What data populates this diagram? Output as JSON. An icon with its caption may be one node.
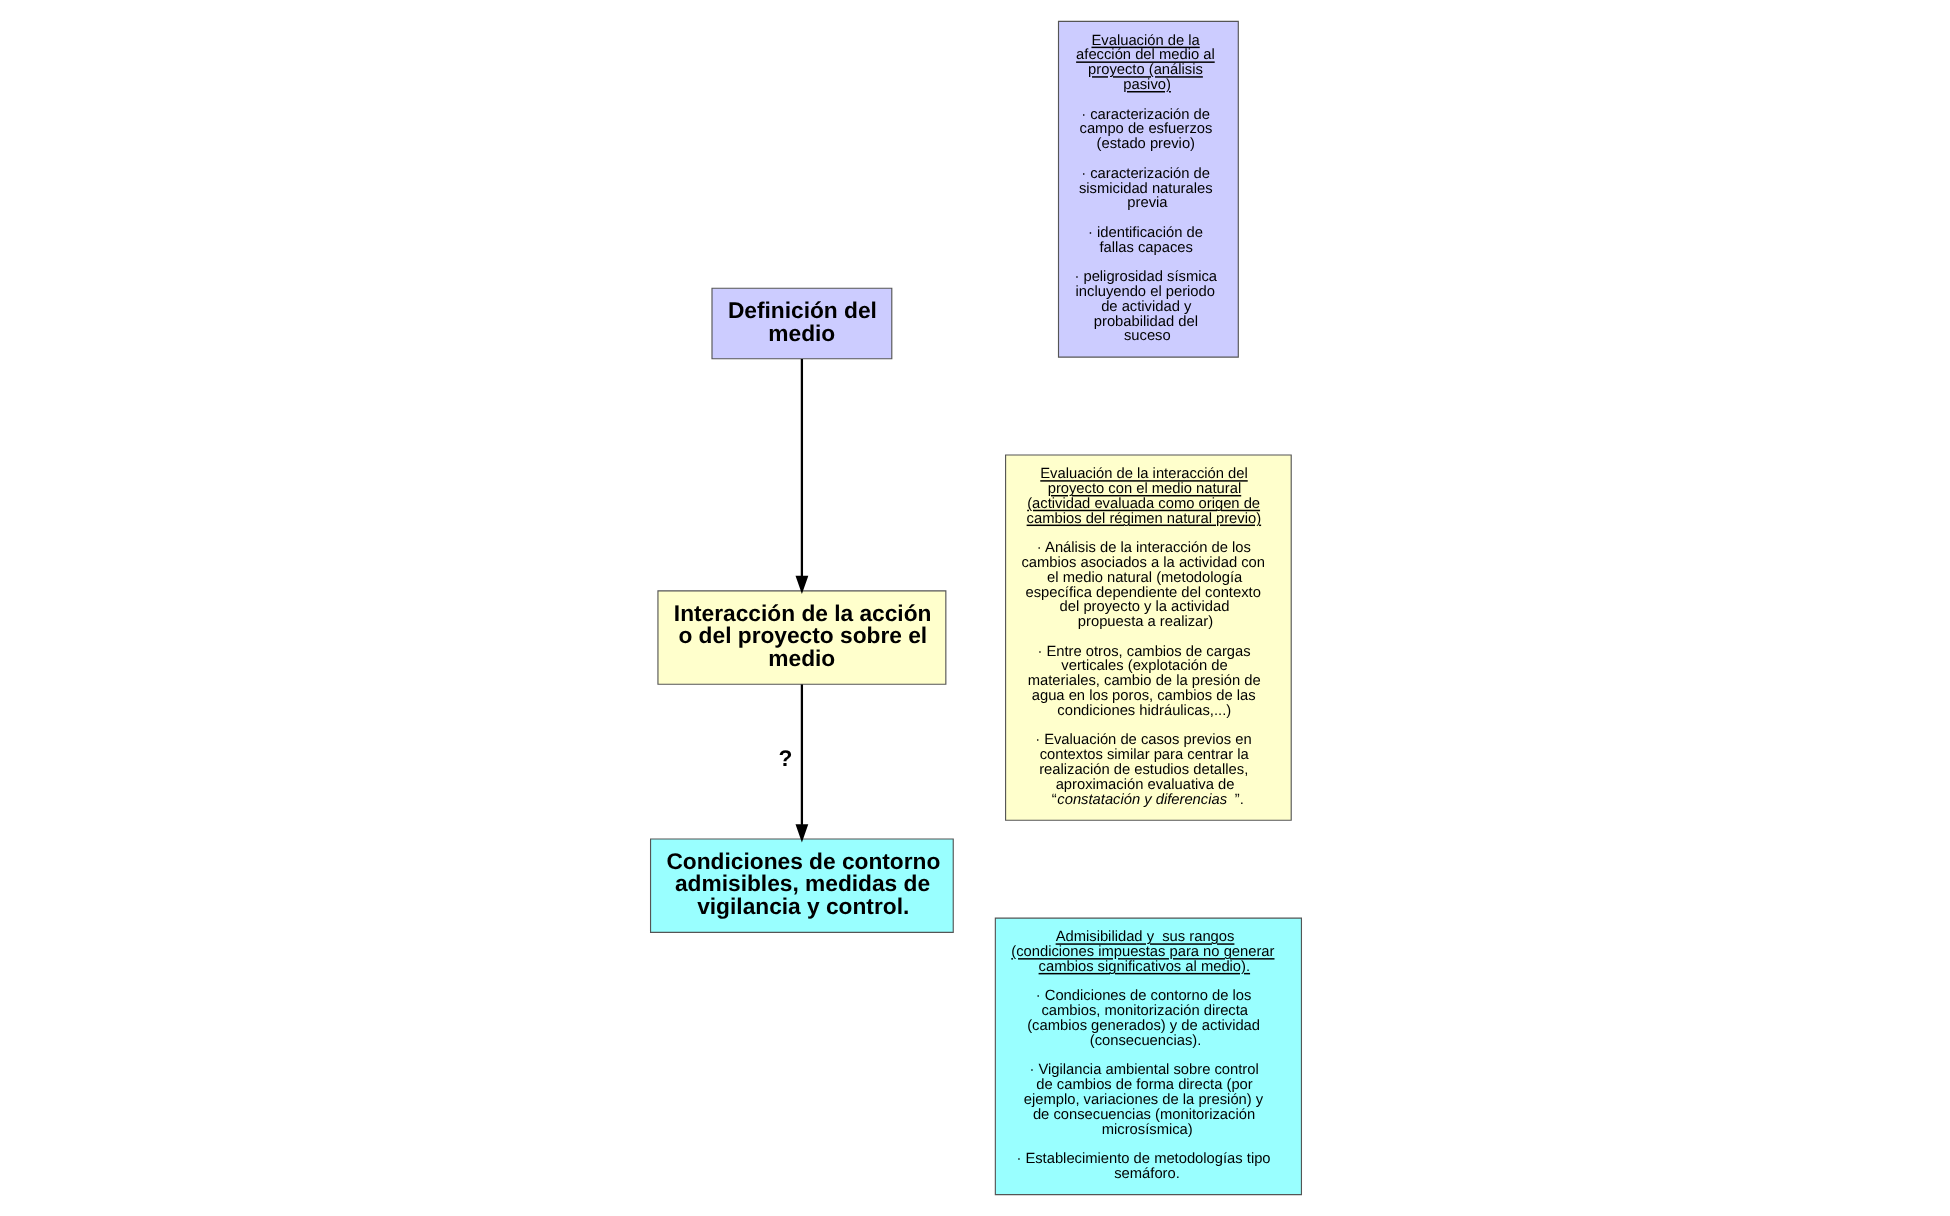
{
  "diagram": {
    "nodes": [
      {
        "text": [
          "Definición del medio"
        ]
      },
      {
        "text": [
          "Interacción de la acción o del proyecto sobre el medio"
        ]
      },
      {
        "text": [
          "Condiciones de contorno admisibles, medidas de vigilancia y control."
        ]
      },
      {
        "text": [
          "Evaluación de la afección del medio al proyecto (análisis pasivo)",
          "· caracterización de campo de esfuerzos (estado previo)",
          "· caracterización de sismicidad naturales previa",
          "· identificación de fallas capaces",
          "· peligrosidad sísmica incluyendo el periodo de actividad y probabilidad del suceso"
        ]
      },
      {
        "text": [
          "Evaluación de la interacción del proyecto con el medio natural (actividad evaluada como origen de cambios del régimen natural previo)",
          "· Análisis de la interacción de los cambios asociados a la actividad con el medio natural (metodología específica dependiente del contexto del proyecto y la actividad propuesta a realizar)",
          "· Entre otros, cambios de cargas verticales (explotación de materiales, cambio de la presión de agua en los poros, cambios de las condiciones hidráulicas,...)",
          "· Evaluación de casos previos en contextos similar para centrar la realización de estudios detalles, aproximación evaluativa de “*constatación y diferencias*”."
        ]
      },
      {
        "text": [
          "Admisibilidad y  sus rangos (condiciones impuestas para no generar cambios significativos al medio).",
          "· Condiciones de contorno de los cambios, monitorización directa (cambios generados) y de actividad (consecuencias).",
          "· Vigilancia ambiental sobre control de cambios de forma directa (por ejemplo, variaciones de la presión) y de consecuencias (monitorización microsísmica)",
          "· Establecimiento de metodologías tipo semáforo."
        ]
      }
    ],
    "edges": [
      {
        "from": 0,
        "to": 1,
        "arrow": "to"
      },
      {
        "from": 1,
        "to": 2,
        "arrow": "to",
        "label": "?"
      }
    ]
  }
}
